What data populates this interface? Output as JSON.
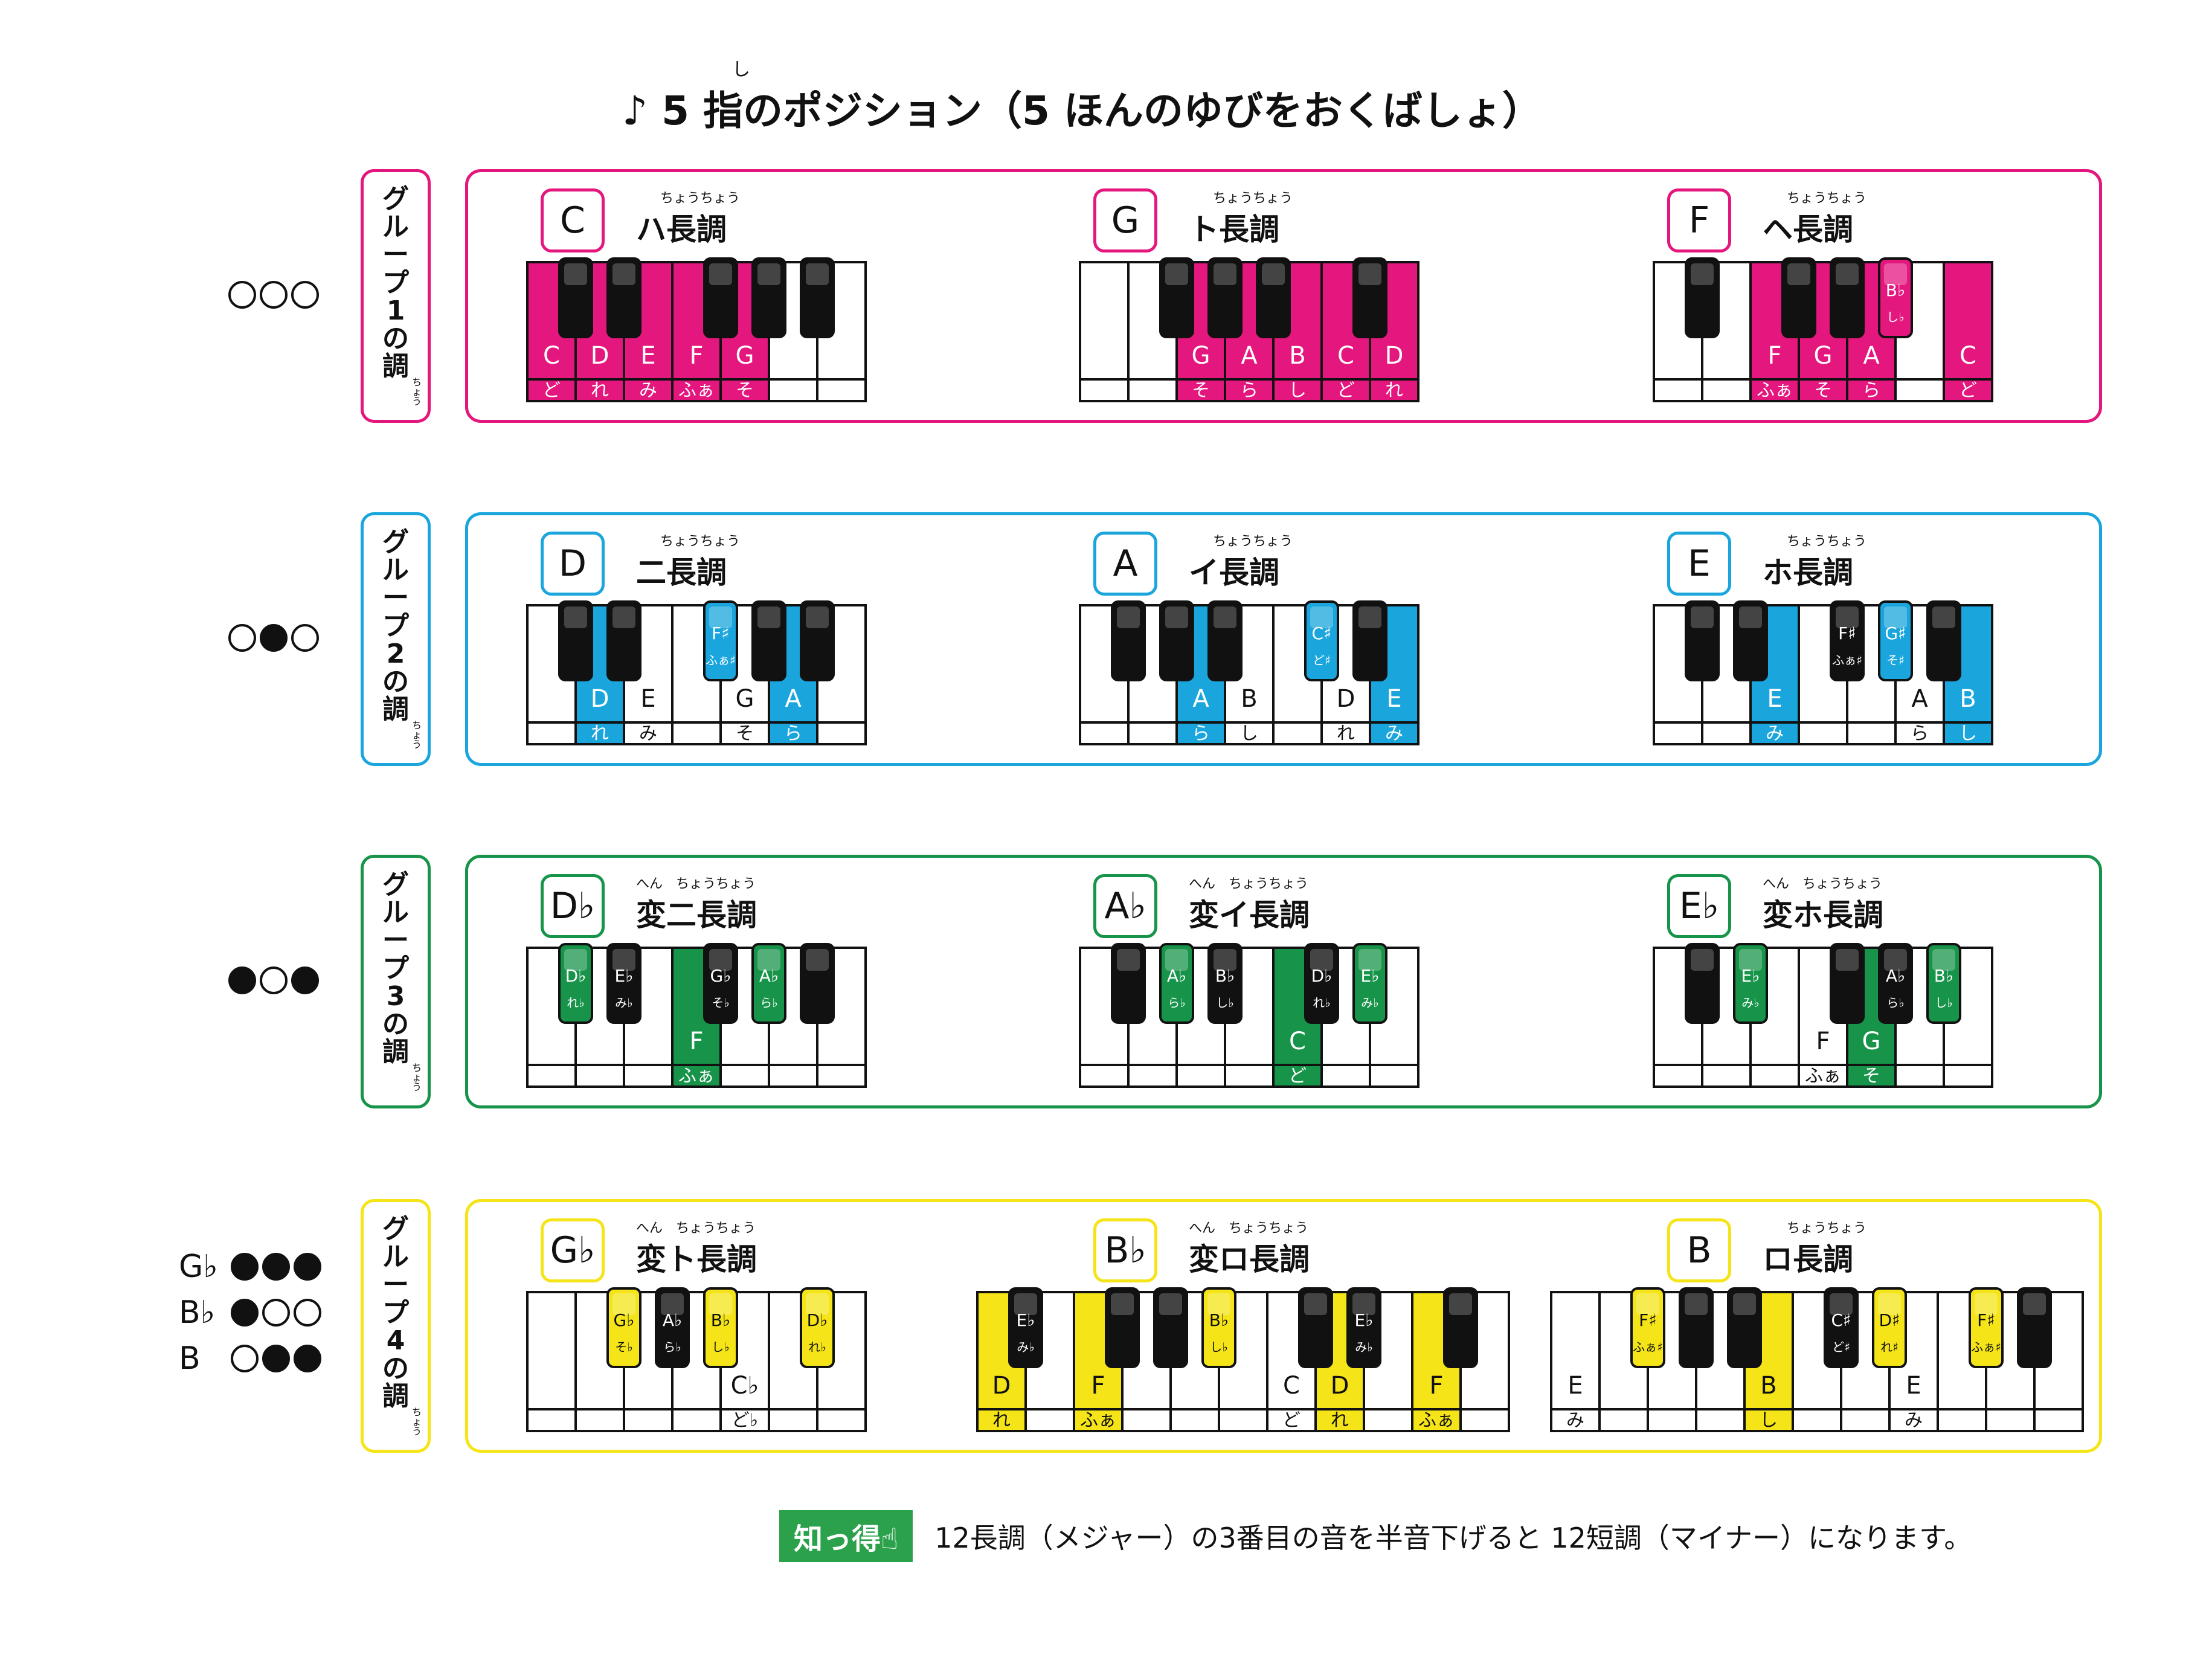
{
  "title": {
    "text": "♪ 5 指のポジション（5 ほんのゆびをおくばしょ）",
    "ruby": "し"
  },
  "colors": {
    "g1": "#e4177e",
    "g2": "#1aa6dd",
    "g3": "#17944a",
    "g4": "#f5e418",
    "black": "#111111",
    "white": "#ffffff"
  },
  "groups": [
    {
      "label": "グループ1の調",
      "vertical": [
        "グ",
        "ル",
        "ー",
        "プ",
        "1",
        "の",
        "調"
      ],
      "ruby": "ちょう",
      "color": "#e4177e",
      "dots": [
        [
          0,
          0,
          0
        ]
      ],
      "keys": [
        {
          "letter": "C",
          "name": "ハ長調",
          "ruby": "ちょうちょう",
          "highlight": "C"
        },
        {
          "letter": "G",
          "name": "ト長調",
          "ruby": "ちょうちょう",
          "highlight": "G"
        },
        {
          "letter": "F",
          "name": "ヘ長調",
          "ruby": "ちょうちょう",
          "highlight": "F"
        }
      ]
    },
    {
      "label": "グループ2の調",
      "vertical": [
        "グ",
        "ル",
        "ー",
        "プ",
        "2",
        "の",
        "調"
      ],
      "ruby": "ちょう",
      "color": "#1aa6dd",
      "dots": [
        [
          0,
          1,
          0
        ]
      ],
      "keys": [
        {
          "letter": "D",
          "name": "二長調",
          "ruby": "ちょうちょう"
        },
        {
          "letter": "A",
          "name": "イ長調",
          "ruby": "ちょうちょう"
        },
        {
          "letter": "E",
          "name": "ホ長調",
          "ruby": "ちょうちょう"
        }
      ]
    },
    {
      "label": "グループ3の調",
      "vertical": [
        "グ",
        "ル",
        "ー",
        "プ",
        "3",
        "の",
        "調"
      ],
      "ruby": "ちょう",
      "color": "#17944a",
      "dots": [
        [
          1,
          0,
          1
        ]
      ],
      "keys": [
        {
          "letter": "D♭",
          "name": "変二長調",
          "ruby": "へん　ちょうちょう"
        },
        {
          "letter": "A♭",
          "name": "変イ長調",
          "ruby": "へん　ちょうちょう"
        },
        {
          "letter": "E♭",
          "name": "変ホ長調",
          "ruby": "へん　ちょうちょう"
        }
      ]
    },
    {
      "label": "グループ4の調",
      "vertical": [
        "グ",
        "ル",
        "ー",
        "プ",
        "4",
        "の",
        "調"
      ],
      "ruby": "ちょう",
      "color": "#f5e418",
      "dots": [
        [
          1,
          1,
          1
        ],
        [
          1,
          0,
          0
        ],
        [
          0,
          1,
          1
        ]
      ],
      "dotNames": [
        "G♭",
        "B♭",
        "B"
      ],
      "keys": [
        {
          "letter": "G♭",
          "name": "変ト長調",
          "ruby": "へん　ちょうちょう"
        },
        {
          "letter": "B♭",
          "name": "変ロ長調",
          "ruby": "へん　ちょうちょう"
        },
        {
          "letter": "B",
          "name": "ロ長調",
          "ruby": "ちょうちょう"
        }
      ]
    }
  ],
  "keyboards": [
    {
      "start": "C",
      "white": 7,
      "notes": [
        {
          "k": "C",
          "l": "C",
          "s": "ど"
        },
        {
          "k": "D",
          "l": "D",
          "s": "れ"
        },
        {
          "k": "E",
          "l": "E",
          "s": "み"
        },
        {
          "k": "F",
          "l": "F",
          "s": "ふぁ"
        },
        {
          "k": "G",
          "l": "G",
          "s": "そ"
        }
      ],
      "hl": [
        "C",
        "D",
        "E",
        "F",
        "G"
      ]
    },
    {
      "start": "E",
      "white": 7,
      "notes": [
        {
          "k": "G",
          "l": "G",
          "s": "そ"
        },
        {
          "k": "A",
          "l": "A",
          "s": "ら"
        },
        {
          "k": "B",
          "l": "B",
          "s": "し"
        },
        {
          "k": "C",
          "l": "C",
          "s": "ど"
        },
        {
          "k": "D",
          "l": "D",
          "s": "れ"
        }
      ],
      "hl": [
        "G",
        "A",
        "B",
        "C",
        "D"
      ]
    },
    {
      "start": "D",
      "white": 7,
      "notes": [
        {
          "k": "F",
          "l": "F",
          "s": "ふぁ"
        },
        {
          "k": "G",
          "l": "G",
          "s": "そ"
        },
        {
          "k": "A",
          "l": "A",
          "s": "ら"
        },
        {
          "k": "A#",
          "l": "B♭",
          "s": "し♭"
        },
        {
          "k": "C",
          "l": "C",
          "s": "ど"
        }
      ],
      "hl": [
        "F",
        "G",
        "A",
        "A#",
        "C"
      ]
    },
    {
      "start": "C",
      "white": 7,
      "notes": [
        {
          "k": "D",
          "l": "D",
          "s": "れ"
        },
        {
          "k": "E",
          "l": "E",
          "s": "み"
        },
        {
          "k": "F#",
          "l": "F♯",
          "s": "ふぁ♯"
        },
        {
          "k": "G",
          "l": "G",
          "s": "そ"
        },
        {
          "k": "A",
          "l": "A",
          "s": "ら"
        }
      ],
      "hl": [
        "D",
        "F#",
        "A"
      ]
    },
    {
      "start": "F",
      "white": 7,
      "notes": [
        {
          "k": "A",
          "l": "A",
          "s": "ら"
        },
        {
          "k": "B",
          "l": "B",
          "s": "し"
        },
        {
          "k": "C#",
          "l": "C♯",
          "s": "ど♯"
        },
        {
          "k": "D",
          "l": "D",
          "s": "れ"
        },
        {
          "k": "E",
          "l": "E",
          "s": "み"
        }
      ],
      "hl": [
        "A",
        "C#",
        "E"
      ]
    },
    {
      "start": "C",
      "white": 7,
      "notes": [
        {
          "k": "E",
          "l": "E",
          "s": "み"
        },
        {
          "k": "F#",
          "l": "F♯",
          "s": "ふぁ♯"
        },
        {
          "k": "G#",
          "l": "G♯",
          "s": "そ♯"
        },
        {
          "k": "A",
          "l": "A",
          "s": "ら"
        },
        {
          "k": "B",
          "l": "B",
          "s": "し"
        }
      ],
      "hl": [
        "E",
        "G#",
        "B"
      ]
    },
    {
      "start": "C",
      "white": 7,
      "notes": [
        {
          "k": "C#",
          "l": "D♭",
          "s": "れ♭"
        },
        {
          "k": "D#",
          "l": "E♭",
          "s": "み♭"
        },
        {
          "k": "F",
          "l": "F",
          "s": "ふぁ"
        },
        {
          "k": "F#",
          "l": "G♭",
          "s": "そ♭"
        },
        {
          "k": "G#",
          "l": "A♭",
          "s": "ら♭"
        }
      ],
      "hl": [
        "C#",
        "F",
        "G#"
      ]
    },
    {
      "start": "F",
      "white": 7,
      "notes": [
        {
          "k": "G#",
          "l": "A♭",
          "s": "ら♭"
        },
        {
          "k": "A#",
          "l": "B♭",
          "s": "し♭"
        },
        {
          "k": "C",
          "l": "C",
          "s": "ど"
        },
        {
          "k": "C#",
          "l": "D♭",
          "s": "れ♭"
        },
        {
          "k": "D#",
          "l": "E♭",
          "s": "み♭"
        }
      ],
      "hl": [
        "G#",
        "C",
        "D#"
      ]
    },
    {
      "start": "C",
      "white": 7,
      "notes": [
        {
          "k": "D#",
          "l": "E♭",
          "s": "み♭"
        },
        {
          "k": "F",
          "l": "F",
          "s": "ふぁ"
        },
        {
          "k": "G",
          "l": "G",
          "s": "そ"
        },
        {
          "k": "G#",
          "l": "A♭",
          "s": "ら♭"
        },
        {
          "k": "A#",
          "l": "B♭",
          "s": "し♭"
        }
      ],
      "hl": [
        "D#",
        "G",
        "A#"
      ]
    },
    {
      "start": "E",
      "white": 7,
      "notes": [
        {
          "k": "F#",
          "l": "G♭",
          "s": "そ♭"
        },
        {
          "k": "G#",
          "l": "A♭",
          "s": "ら♭"
        },
        {
          "k": "A#",
          "l": "B♭",
          "s": "し♭"
        },
        {
          "k": "B",
          "l": "C♭",
          "s": "ど♭"
        },
        {
          "k": "C#",
          "l": "D♭",
          "s": "れ♭"
        }
      ],
      "hl": [
        "F#",
        "A#",
        "C#"
      ]
    },
    {
      "start": "D",
      "white": 11,
      "notes": [
        {
          "k": "A#",
          "l": "B♭",
          "s": "し♭"
        },
        {
          "k": "C",
          "l": "C",
          "s": "ど"
        },
        {
          "k": "D",
          "l": "D",
          "s": "れ"
        },
        {
          "k": "D#",
          "l": "E♭",
          "s": "み♭"
        },
        {
          "k": "F",
          "l": "F",
          "s": "ふぁ"
        }
      ],
      "hl": [
        "A#",
        "D",
        "F"
      ]
    },
    {
      "start": "E",
      "white": 11,
      "notes": [
        {
          "k": "B",
          "l": "B",
          "s": "し"
        },
        {
          "k": "C#",
          "l": "C♯",
          "s": "ど♯"
        },
        {
          "k": "D#",
          "l": "D♯",
          "s": "れ♯"
        },
        {
          "k": "E",
          "l": "E",
          "s": "み"
        },
        {
          "k": "F#",
          "l": "F♯",
          "s": "ふぁ♯"
        }
      ],
      "hl": [
        "B",
        "D#",
        "F#"
      ]
    }
  ],
  "tip": {
    "badge": "知っ得☝",
    "text": "12長調（メジャー）の3番目の音を半音下げると 12短調（マイナー）になります。"
  }
}
